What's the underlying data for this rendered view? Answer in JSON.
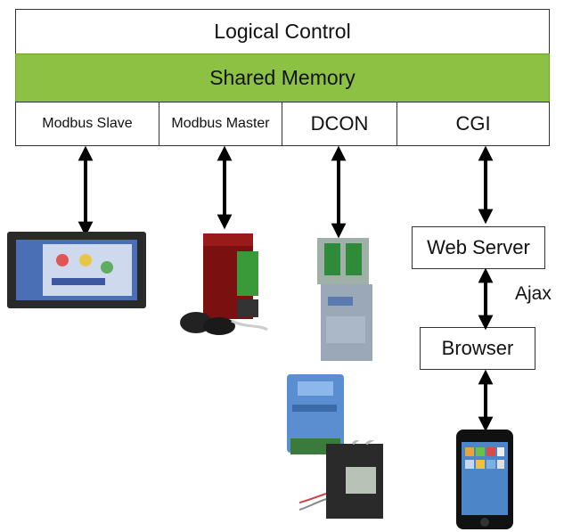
{
  "stack": {
    "logical_control": "Logical Control",
    "shared_memory": "Shared Memory",
    "cells": [
      "Modbus Slave",
      "Modbus Master",
      "DCON",
      "CGI"
    ]
  },
  "web_server": "Web Server",
  "browser": "Browser",
  "ajax": "Ajax",
  "colors": {
    "shared_memory": "#8dc143",
    "border": "#333333"
  }
}
